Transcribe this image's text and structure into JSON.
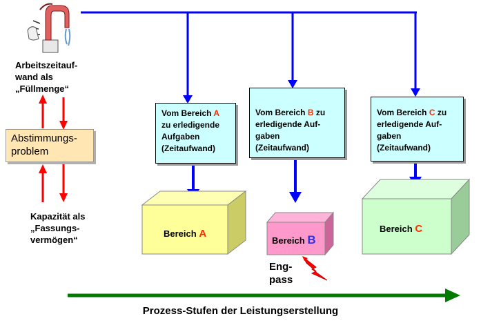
{
  "left": {
    "top_label_lines": [
      "Arbeitszeitauf-",
      "wand als",
      "„Füllmenge“"
    ],
    "problem_lines": [
      "Abstimmungs-",
      "problem"
    ],
    "bottom_label_lines": [
      "Kapazität als",
      "„Fassungs-",
      "vermögen“"
    ]
  },
  "boxes": [
    {
      "prefix": "Vom Bereich ",
      "letter": "A",
      "rest_lines": [
        "zu erledigende",
        "Aufgaben",
        "(Zeitaufwand)"
      ],
      "first_suffix": ""
    },
    {
      "prefix": "Vom Bereich ",
      "letter": "B",
      "first_suffix": " zu",
      "rest_lines": [
        "erledigende Auf-",
        "gaben",
        "(Zeitaufwand)"
      ]
    },
    {
      "prefix": "Vom Bereich ",
      "letter": "C",
      "first_suffix": " zu",
      "rest_lines": [
        "erledigende Auf-",
        "gaben",
        "(Zeitaufwand)"
      ]
    }
  ],
  "bereiche": [
    {
      "word": "Bereich",
      "letter": "A"
    },
    {
      "word": "Bereich",
      "letter": "B"
    },
    {
      "word": "Bereich",
      "letter": "C"
    }
  ],
  "engpass_lines": [
    "Eng-",
    "pass"
  ],
  "bottom_label": "Prozess-Stufen der Leistungserstellung",
  "colors": {
    "blue_arrow": "#0000ff",
    "red_arrow": "#ff0000",
    "green_arrow": "#007a00",
    "box_fill": "#ccffff",
    "cube_a": "#ffff99",
    "cube_b": "#ff99cc",
    "cube_c": "#ccffcc"
  },
  "icons": [
    "water-pump-icon",
    "lightning-icon"
  ]
}
